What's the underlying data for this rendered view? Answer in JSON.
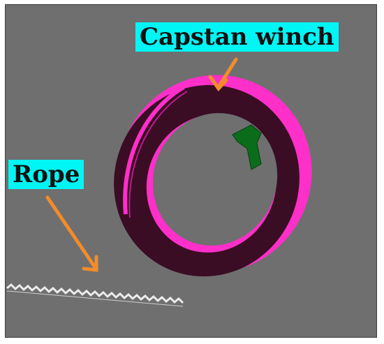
{
  "labels": {
    "capstan": "Capstan winch",
    "rope": "Rope"
  },
  "colors": {
    "background": "#6f6f6f",
    "label_background": "#00f5f5",
    "arrow": "#f28c2a",
    "ring_dark": "#3a0d24",
    "ring_pink": "#ff2fc9",
    "green_part": "#0b6d1b",
    "rope": "#ececec"
  },
  "icons": [
    "capstan-ring-graphic",
    "green-clamp-part",
    "rope-coil-graphic",
    "arrow"
  ]
}
